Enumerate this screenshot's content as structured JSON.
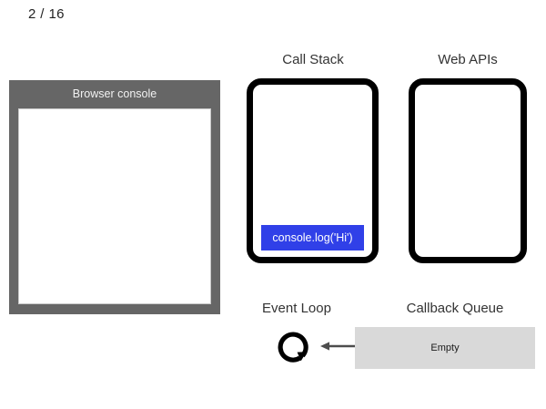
{
  "slide": {
    "counter": "2 / 16",
    "current": 2,
    "total": 16
  },
  "browser_console": {
    "title": "Browser console",
    "frame_color": "#666666",
    "screen_color": "#ffffff",
    "output_lines": []
  },
  "call_stack": {
    "title": "Call Stack",
    "frames": [
      {
        "label": "console.log('Hi')",
        "color": "#3040e8"
      }
    ]
  },
  "web_apis": {
    "title": "Web APIs",
    "items": []
  },
  "event_loop": {
    "title": "Event Loop",
    "icon": "circular-arrow-icon"
  },
  "callback_queue": {
    "title": "Callback Queue",
    "status": "Empty",
    "box_color": "#d9d9d9",
    "items": []
  },
  "arrow": {
    "name": "queue-to-event-loop-arrow",
    "direction": "left",
    "color": "#4d4d4d"
  },
  "colors": {
    "background": "#ffffff",
    "panel_border": "#000000",
    "stack_frame_blue": "#3040e8",
    "console_gray": "#666666",
    "queue_gray": "#d9d9d9",
    "text": "#333333"
  }
}
